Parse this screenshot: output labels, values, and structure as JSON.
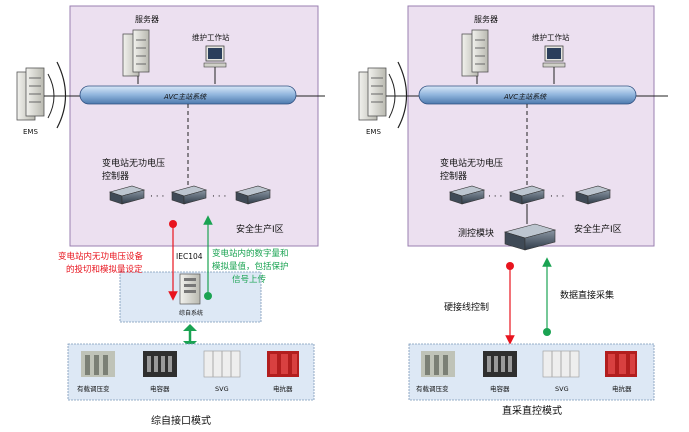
{
  "left": {
    "server_label": "服务器",
    "workstation_label": "维护工作站",
    "bus_label": "AVC主站系统",
    "ems_label": "EMS",
    "controller_label_line1": "变电站无功电压",
    "controller_label_line2": "控制器",
    "zone_label": "安全生产Ⅰ区",
    "protocol_label": "IEC104",
    "control_note_line1": "变电站内无功电压设备",
    "control_note_line2": "的投切和模拟量设定",
    "upload_note_line1": "变电站内的数字量和",
    "upload_note_line2": "模拟量值，包括保护",
    "upload_note_line3": "信号上传",
    "integrated_system_label": "综自系统",
    "devices": [
      "有载调压变",
      "电容器",
      "SVG",
      "电抗器"
    ],
    "caption": "综自接口模式"
  },
  "right": {
    "server_label": "服务器",
    "workstation_label": "维护工作站",
    "bus_label": "AVC主站系统",
    "ems_label": "EMS",
    "controller_label_line1": "变电站无功电压",
    "controller_label_line2": "控制器",
    "zone_label": "安全生产Ⅰ区",
    "module_label": "测控模块",
    "hardwire_label": "硬接线控制",
    "direct_collect_label": "数据直接采集",
    "devices": [
      "有载调压变",
      "电容器",
      "SVG",
      "电抗器"
    ],
    "caption": "直采直控模式"
  },
  "colors": {
    "zone_fill": "#ece0f0",
    "zone_border": "#9a7fb0",
    "substation_fill": "#dde8f5",
    "control_arrow": "#e8141e",
    "upload_arrow": "#1aa352"
  }
}
